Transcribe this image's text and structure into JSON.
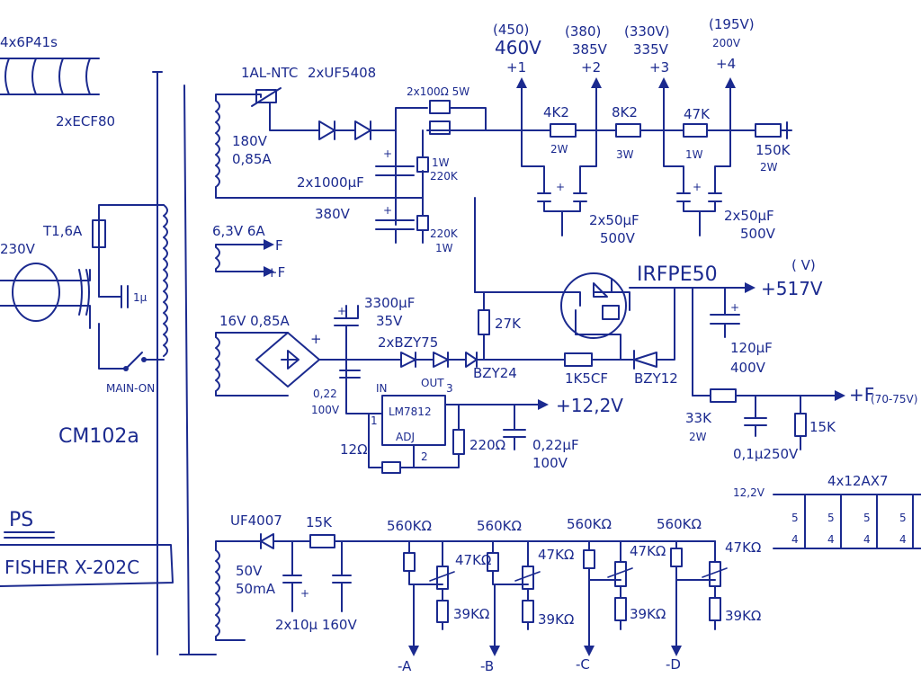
{
  "colors": {
    "ink": "#1b2a8f",
    "paper": "#ffffff"
  },
  "tubes_left": {
    "label": "4x6P41s",
    "sub": "2xECF80"
  },
  "ntc": {
    "label": "1AL-NTC",
    "winding": "180V",
    "current": "0,85A"
  },
  "rectifier": {
    "diodes": "2xUF5408",
    "res": "2x100Ω 5W"
  },
  "caps_main": {
    "value": "2x1000µF",
    "voltage": "380V"
  },
  "bleeders": {
    "r1": "1W",
    "r2": "220K",
    "r3": "220K",
    "r4": "1W"
  },
  "rails": [
    {
      "nominal": "(450)",
      "value": "460V",
      "name": "+1"
    },
    {
      "nominal": "(380)",
      "value": "385V",
      "name": "+2"
    },
    {
      "nominal": "(330V)",
      "value": "335V",
      "name": "+3"
    },
    {
      "nominal": "(195V)",
      "value": "200V",
      "name": "+4"
    }
  ],
  "dropping": [
    {
      "value": "4K2",
      "power": "2W"
    },
    {
      "value": "8K2",
      "power": "3W"
    },
    {
      "value": "47K",
      "power": "1W"
    },
    {
      "value": "150K",
      "power": "2W"
    }
  ],
  "filter_caps": [
    {
      "value": "2x50µF",
      "voltage": "500V"
    },
    {
      "value": "2x50µF",
      "voltage": "500V"
    }
  ],
  "fuse": {
    "label": "T1,6A"
  },
  "mains": {
    "label": "230V",
    "switch": "MAIN-ON",
    "cap": "1µ"
  },
  "transformer": {
    "name": "CM102a"
  },
  "heater": {
    "label": "6,3V 6A",
    "f1": "F",
    "f2": "+F"
  },
  "reg": {
    "winding": "16V 0,85A",
    "bulk_cap": "3300µF",
    "bulk_v": "35V",
    "in_cap": "0,22",
    "in_v": "100V",
    "ic": "LM7812",
    "adj": "ADJ",
    "pin_in": "IN",
    "pin_out": "OUT",
    "p1": "1",
    "p2": "2",
    "p3": "3",
    "r12": "12Ω",
    "r220": "220Ω",
    "out_cap": "0,22µF",
    "out_v": "100V",
    "output": "+12,2V"
  },
  "mosfet": {
    "part": "IRFPE50",
    "output": "+517V",
    "out_paren": "(    V)",
    "zeners": "2xBZY75",
    "bzy24": "BZY24",
    "r27": "27K",
    "r1k5": "1K5CF",
    "bzy12": "BZY12",
    "cap": "120µF",
    "cap_v": "400V"
  },
  "heater_bias": {
    "r": "33K",
    "r_w": "2W",
    "cap": "0,1µ250V",
    "r15": "15K",
    "output": "+F",
    "range": "(70-75V)"
  },
  "tubes_right": {
    "label": "4x12AX7",
    "feed": "12,2V",
    "pins": [
      "5",
      "4",
      "5",
      "4",
      "5",
      "4",
      "5",
      "4"
    ]
  },
  "bias": {
    "diode": "UF4007",
    "r": "15K",
    "winding": "50V",
    "current": "50mA",
    "caps": "2x10µ 160V",
    "top_res": [
      "560KΩ",
      "560KΩ",
      "560KΩ",
      "560KΩ"
    ],
    "pots": [
      "47KΩ",
      "47KΩ",
      "47KΩ",
      "47KΩ"
    ],
    "bottom_res": [
      "39KΩ",
      "39KΩ",
      "39KΩ",
      "39KΩ"
    ],
    "outputs": [
      "-A",
      "-B",
      "-C",
      "-D"
    ]
  },
  "title": {
    "ps": "PS",
    "model": "FISHER X-202C"
  }
}
